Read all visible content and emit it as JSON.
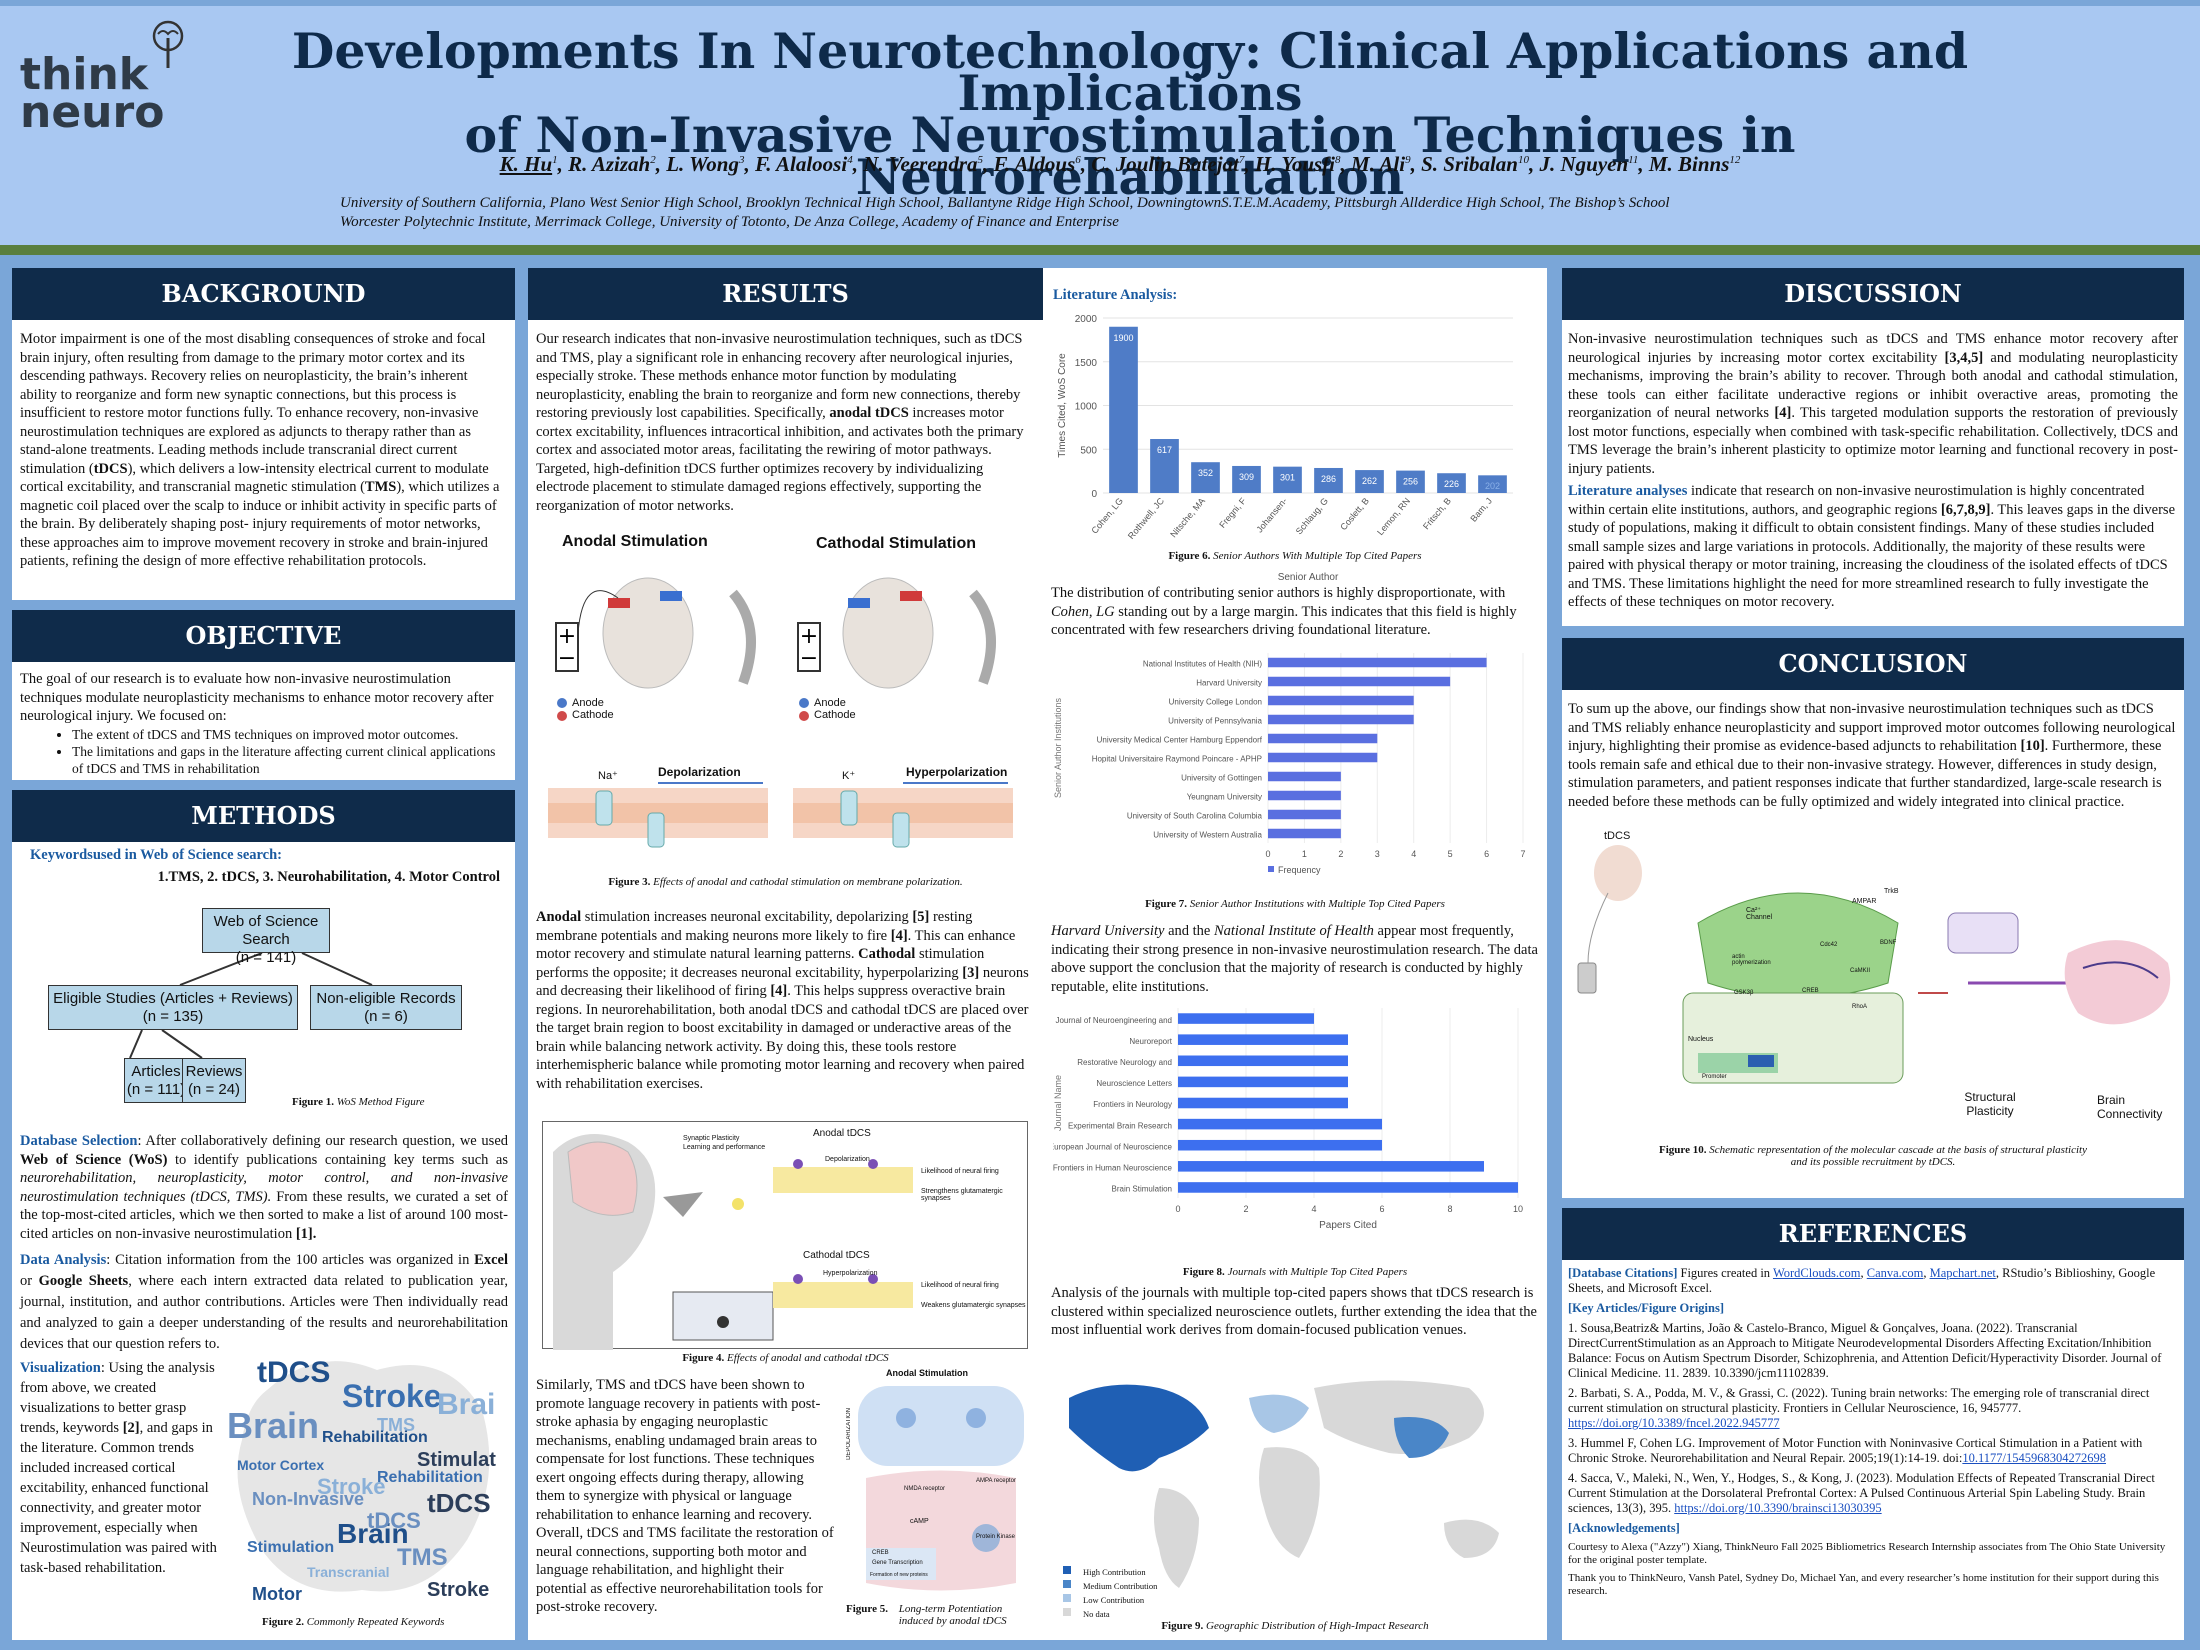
{
  "header": {
    "logo_text_1": "think",
    "logo_text_2": "neuro",
    "title_line_1": "Developments In Neurotechnology: Clinical Applications and Implications",
    "title_line_2": "of Non-Invasive Neurostimulation Techniques in Neurorehabilitation",
    "authors": [
      {
        "name": "K. Hu",
        "sup": "1"
      },
      {
        "name": "R. Azizah",
        "sup": "2"
      },
      {
        "name": "L. Wong",
        "sup": "3"
      },
      {
        "name": "F. Alaloosi",
        "sup": "4"
      },
      {
        "name": "N. Veerendra",
        "sup": "5"
      },
      {
        "name": "F. Aldous",
        "sup": "6"
      },
      {
        "name": "C. Joulin Batejat",
        "sup": "7"
      },
      {
        "name": "H. Yousfi",
        "sup": "8"
      },
      {
        "name": "M. Ali",
        "sup": "9"
      },
      {
        "name": "S. Sribalan",
        "sup": "10"
      },
      {
        "name": "J. Nguyen",
        "sup": "11"
      },
      {
        "name": "M. Binns",
        "sup": "12"
      }
    ],
    "affil_line_1": "University of Southern California, Plano West Senior High School, Brooklyn Technical High School, Ballantyne Ridge High School, DowningtownS.T.E.M.Academy, Pittsburgh Allderdice High School, The Bishop’s School",
    "affil_line_2": "Worcester Polytechnic Institute, Merrimack College, University of Totonto, De Anza College, Academy of Finance and Enterprise"
  },
  "background": {
    "heading": "BACKGROUND",
    "p1": "Motor impairment is one of the most disabling consequences of stroke and focal brain injury, often resulting from damage to the primary motor cortex and its descending pathways. Recovery relies on neuroplasticity, the brain’s inherent ability to reorganize and form new synaptic connections, but this process is insufficient to restore motor functions fully. To enhance recovery, non-invasive neurostimulation techniques are explored as adjuncts to therapy rather than as stand-alone treatments. Leading methods include transcranial direct current stimulation (",
    "b1": "tDCS",
    "p2": "), which delivers a low-intensity electrical current to modulate cortical excitability, and transcranial magnetic stimulation (",
    "b2": "TMS",
    "p3": "), which utilizes a magnetic coil placed over the scalp to induce or inhibit activity in specific parts of the brain. By deliberately shaping post- injury requirements of motor networks, these approaches aim to improve movement recovery in stroke and brain-injured patients, refining the design of more effective rehabilitation protocols."
  },
  "objective": {
    "heading": "OBJECTIVE",
    "text": "The goal of our research is to evaluate how non-invasive neurostimulation techniques modulate neuroplasticity mechanisms to enhance motor recovery after neurological injury. We focused on:",
    "bullets": [
      "The extent of tDCS and TMS techniques on improved motor outcomes.",
      "The limitations and gaps in the literature affecting current clinical applications of tDCS and TMS in rehabilitation"
    ]
  },
  "methods": {
    "heading": "METHODS",
    "keywords_label": "Keywordsused in Web of Science search:",
    "keywords": "1.TMS, 2. tDCS, 3. Neurohabilitation, 4. Motor Control",
    "flow": {
      "search": "Web of Science Search",
      "search_n": "(n = 141)",
      "eligible": "Eligible Studies (Articles + Reviews)",
      "eligible_n": "(n = 135)",
      "noneligible": "Non-eligible Records",
      "noneligible_n": "(n = 6)",
      "articles": "Articles",
      "articles_n": "(n = 111)",
      "reviews": "Reviews",
      "reviews_n": "(n = 24)"
    },
    "fig1_label": "Figure 1.",
    "fig1_caption": "WoS Method Figure",
    "db_label": "Database Selection",
    "db_1": ": After collaboratively defining our research question, we used ",
    "db_wos": "Web of Science (WoS)",
    "db_2": " to identify publications containing key terms such as ",
    "db_terms": "neurorehabilitation, neuroplasticity, motor control, and non-invasive neurostimulation techniques (tDCS, TMS).",
    "db_3": " From these results, we curated a set of the top-most-cited articles, which we then sorted to make a list of around 100 most-cited articles on non-invasive neurostimulation ",
    "db_ref": "[1].",
    "da_label": "Data Analysis",
    "da_1": ": Citation information from the 100 articles was organized in ",
    "da_excel": "Excel",
    "da_or": " or ",
    "da_sheets": "Google Sheets",
    "da_2": ", where each intern extracted data related to publication year, journal, institution, and author contributions. Articles were Then individually read and analyzed to gain a deeper understanding of the results and neurorehabilitation devices that our question refers to.",
    "vis_label": "Visualization",
    "vis_1": ": Using the analysis from above, we created visualizations to better grasp trends, keywords ",
    "vis_ref": "[2]",
    "vis_2": ", and gaps in the literature. Common trends included increased cortical excitability, enhanced functional connectivity, and greater motor improvement, especially when Neurostimulation was paired with task-based rehabilitation.",
    "fig2_label": "Figure 2.",
    "fig2_caption": "Commonly Repeated Keywords",
    "cloud_words": [
      "tDCS",
      "Stroke",
      "Brain",
      "TMS",
      "Stimulation",
      "Rehabilitation",
      "Motor Cortex",
      "Non-Invasive",
      "Stroke",
      "tDCS",
      "Brain",
      "Stimulation",
      "TMS",
      "Transcranial",
      "Stroke",
      "Motor",
      "Rehabilitation",
      "tDCS",
      "Brain"
    ]
  },
  "results": {
    "heading": "RESULTS",
    "p1": "Our research indicates that non-invasive neurostimulation techniques, such as tDCS and TMS, play a significant role in enhancing recovery after neurological injuries, especially stroke. These methods enhance motor function by modulating neuroplasticity, enabling the brain to reorganize and form new connections, thereby restoring previously lost capabilities. Specifically, ",
    "p1_b": "anodal tDCS",
    "p1_2": " increases motor cortex excitability, influences intracortical inhibition, and activates both the primary cortex and associated motor areas, facilitating the rewiring of motor pathways. Targeted, high-definition tDCS further optimizes recovery by individualizing electrode placement to stimulate damaged regions effectively, supporting the reorganization of motor networks.",
    "fig3": {
      "anodal_title": "Anodal Stimulation",
      "cathodal_title": "Cathodal Stimulation",
      "anode": "Anode",
      "cathode": "Cathode",
      "depol": "Depolarization",
      "hyperpol": "Hyperpolarization",
      "na": "Na⁺",
      "k": "K⁺",
      "label": "Figure 3.",
      "caption": "Effects of anodal and cathodal stimulation on membrane polarization."
    },
    "p2_b1": "Anodal",
    "p2_1": " stimulation increases neuronal excitability, depolarizing ",
    "p2_r1": "[5]",
    "p2_2": " resting membrane potentials and making neurons more likely to fire ",
    "p2_r2": "[4]",
    "p2_3": ". This can enhance motor recovery and stimulate natural learning patterns. ",
    "p2_b2": "Cathodal",
    "p2_4": " stimulation performs the opposite; it decreases neuronal excitability, hyperpolarizing ",
    "p2_r3": "[3]",
    "p2_5": " neurons and decreasing their likelihood of firing ",
    "p2_r4": "[4]",
    "p2_6": ". This helps suppress overactive brain regions. In neurorehabilitation, both anodal tDCS and cathodal tDCS are placed over the target brain region to boost excitability in damaged or underactive areas of the brain while balancing network activity. By doing this, these tools restore interhemispheric balance while promoting motor learning and recovery when paired with rehabilitation exercises.",
    "fig4": {
      "anodal": "Anodal tDCS",
      "cathodal": "Cathodal tDCS",
      "depol": "Depolarization",
      "hyperpol": "Hyperpolarization",
      "syn": "Synaptic Plasticity",
      "learn": "Learning and performance",
      "up": "Likelihood of neural firing",
      "strength": "Strengthens glutamatergic synapses",
      "down": "Likelihood of neural firing",
      "weak": "Weakens glutamatergic synapses",
      "label": "Figure 4.",
      "caption": "Effects of anodal and cathodal tDCS"
    },
    "p3": "Similarly, TMS and tDCS have been shown to promote language recovery in patients with post-stroke aphasia by engaging neuroplastic mechanisms, enabling undamaged brain areas to compensate for lost functions. These techniques exert ongoing effects during therapy, allowing them to synergize with physical or language rehabilitation to enhance learning and recovery. Overall, tDCS and TMS facilitate the restoration of neural connections, supporting both motor and language rehabilitation, and highlight their potential as effective neurorehabilitation tools for post-stroke recovery.",
    "fig5": {
      "title": "Anodal Stimulation",
      "depol": "DEPOLARIZATION",
      "nmda": "NMDA receptor",
      "ampa": "AMPA receptor",
      "camp": "cAMP",
      "creb": "CREB",
      "gene": "Gene Transcription",
      "protein": "Protein Kinase",
      "new": "Formation of new proteins",
      "label": "Figure 5.",
      "caption": "Long-term Potentiation induced by anodal tDCS"
    }
  },
  "lit": {
    "heading": "Literature Analysis:",
    "fig6_label": "Figure 6.",
    "fig6_caption": "Senior Authors With Multiple Top Cited Papers",
    "t1_1": "The distribution of contributing senior authors is highly disproportionate, with ",
    "t1_i": "Cohen, LG",
    "t1_2": " standing out by a large margin. This indicates that this field is highly concentrated with few researchers driving foundational literature.",
    "fig7_label": "Figure 7.",
    "fig7_caption": "Senior Author Institutions with Multiple Top Cited Papers",
    "t2_i1": "Harvard University",
    "t2_1": " and the ",
    "t2_i2": "National Institute of Health",
    "t2_2": " appear most frequently, indicating their strong presence in non-invasive neurostimulation research. The data above support the conclusion that the majority of research is conducted by highly reputable, elite institutions.",
    "fig8_label": "Figure 8.",
    "fig8_caption": "Journals with Multiple Top Cited Papers",
    "t3": "Analysis of the journals with multiple top-cited papers shows that tDCS research is clustered within specialized neuroscience outlets, further extending the idea that the most influential work derives from domain-focused publication venues.",
    "fig9_label": "Figure 9.",
    "fig9_caption": "Geographic Distribution of High-Impact Research",
    "map_legend": [
      "High Contribution",
      "Medium Contribution",
      "Low Contribution",
      "No data"
    ],
    "map_colors": [
      "#1f5fb4",
      "#4a86c8",
      "#a8c6e6",
      "#d8d8d8"
    ]
  },
  "chart_data": [
    {
      "type": "bar",
      "categories": [
        "Cohen, LG",
        "Rothwell, JC",
        "Nitsche, MA",
        "Fregni, F",
        "Johansen-",
        "Schlaug, G",
        "Coslett, B",
        "Lemon, RN",
        "Fritsch, B",
        "Bam, J"
      ],
      "values": [
        1900,
        617,
        352,
        309,
        301,
        286,
        262,
        256,
        226,
        202
      ],
      "ylabel": "Times Cited, WoS Core",
      "xlabel": "Senior Author",
      "ylim": [
        0,
        2000
      ],
      "yticks": [
        0,
        500,
        1000,
        1500,
        2000
      ],
      "color": "#4f7cc7"
    },
    {
      "type": "bar",
      "orientation": "horizontal",
      "categories": [
        "University of Western Australia",
        "University of South Carolina Columbia",
        "Yeungnam University",
        "University of Gottingen",
        "Hopital Universitaire Raymond Poincare - APHP",
        "University Medical Center Hamburg Eppendorf",
        "University of Pennsylvania",
        "University College London",
        "Harvard University",
        "National Institutes of Health (NIH)"
      ],
      "values": [
        2,
        2,
        2,
        2,
        3,
        3,
        4,
        4,
        5,
        6
      ],
      "ylabel": "Senior Author Institutions",
      "legend": "Frequency",
      "xlim": [
        0,
        7
      ],
      "xticks": [
        0,
        1,
        2,
        3,
        4,
        5,
        6,
        7
      ],
      "color": "#5a6fe0"
    },
    {
      "type": "bar",
      "orientation": "horizontal",
      "categories": [
        "Brain Stimulation",
        "Frontiers in Human Neuroscience",
        "The European Journal of Neuroscience",
        "Experimental Brain Research",
        "Frontiers in Neurology",
        "Neuroscience Letters",
        "Restorative Neurology and",
        "Neuroreport",
        "The Journal of Neuroengineering and"
      ],
      "values": [
        10,
        9,
        6,
        6,
        5,
        5,
        5,
        5,
        4
      ],
      "xlabel": "Papers Cited",
      "ylabel": "Journal Name",
      "xlim": [
        0,
        10
      ],
      "xticks": [
        0,
        2,
        4,
        6,
        8,
        10
      ],
      "color": "#3d6fef"
    }
  ],
  "discussion": {
    "heading": "DISCUSSION",
    "p1_1": "Non-invasive neurostimulation techniques such as tDCS and TMS enhance motor recovery after neurological injuries by increasing motor cortex excitability ",
    "p1_r1": "[3,4,5]",
    "p1_2": " and modulating neuroplasticity mechanisms, improving the brain’s ability to recover. Through both anodal and cathodal stimulation, these tools can either facilitate underactive regions or inhibit overactive areas, promoting the reorganization of neural networks ",
    "p1_r2": "[4]",
    "p1_3": ". This targeted modulation supports the restoration of previously lost motor functions, especially when combined with task-specific rehabilitation. Collectively, tDCS and TMS leverage the brain’s inherent plasticity to optimize motor learning and functional recovery in post-injury patients.",
    "p2_label": "Literature analyses",
    "p2_1": " indicate that research on non-invasive neurostimulation is highly concentrated within certain elite institutions, authors, and geographic regions ",
    "p2_r": "[6,7,8,9]",
    "p2_2": ". This leaves gaps in the diverse study of populations, making it difficult to obtain consistent findings. Many of these studies included small sample sizes and large variations in protocols. Additionally, the majority of these results were paired with physical therapy or motor training, increasing the cloudiness of the isolated effects of tDCS and TMS. These limitations highlight the need for more streamlined research to fully investigate the effects of these techniques on motor recovery."
  },
  "conclusion": {
    "heading": "CONCLUSION",
    "p1": "To sum up the above, our findings show that non-invasive neurostimulation techniques such as tDCS and TMS reliably enhance neuroplasticity and support improved motor outcomes following neurological injury, highlighting their promise as evidence-based adjuncts to rehabilitation ",
    "p1_r": "[10]",
    "p1_2": ". Furthermore, these tools remain safe and ethical due to their non-invasive strategy. However, differences in study design, stimulation parameters, and patient responses indicate that further standardized, large-scale research is needed before these methods can be fully optimized and widely integrated into clinical practice.",
    "fig10": {
      "tdcs": "tDCS",
      "channel": "Ca²⁺ Channel",
      "ampar": "AMPAR",
      "trkb": "TrkB",
      "bdnf": "BDNF",
      "cdc42": "Cdc42",
      "camk": "CaMKII",
      "actin": "actin polymerization",
      "gsk": "GSK3β",
      "creb": "CREB",
      "rhoa": "RhoA",
      "nucleus": "Nucleus",
      "promoter": "Promoter",
      "structural": "Structural Plasticity",
      "connectivity": "Brain Connectivity",
      "label": "Figure 10.",
      "caption_1": "Schematic representation of the molecular cascade at the basis of structural plasticity",
      "caption_2": "and its possible recruitment by tDCS."
    }
  },
  "references": {
    "heading": "REFERENCES",
    "dbc_label": "[Database Citations]",
    "dbc_1": " Figures created in ",
    "link1": "WordClouds.com",
    "link2": "Canva.com",
    "link3": "Mapchart.net",
    "dbc_2": ", RStudio’s Biblioshiny, Google Sheets, and Microsoft Excel.",
    "key_label": "[Key Articles/Figure Origins]",
    "r1": "1. Sousa,Beatriz& Martins, João & Castelo-Branco, Miguel & Gonçalves, Joana. (2022). Transcranial DirectCurrentStimulation as an Approach to Mitigate Neurodevelopmental Disorders Affecting Excitation/Inhibition Balance: Focus on Autism Spectrum Disorder, Schizophrenia, and Attention Deficit/Hyperactivity Disorder. Journal of Clinical Medicine. 11. 2839. 10.3390/jcm11102839.",
    "r2": "2. Barbati, S. A., Podda, M. V., & Grassi, C. (2022). Tuning brain networks: The emerging role of transcranial direct current stimulation on structural plasticity. Frontiers in Cellular Neuroscience, 16, 945777. ",
    "r2_link": "https://doi.org/10.3389/fncel.2022.945777",
    "r3": "3. Hummel F, Cohen LG. Improvement of Motor Function with Noninvasive Cortical Stimulation in a Patient with Chronic Stroke. Neurorehabilitation and Neural Repair. 2005;19(1):14-19. doi:",
    "r3_link": "10.1177/1545968304272698",
    "r4": "4. Sacca, V., Maleki, N., Wen, Y., Hodges, S., & Kong, J. (2023). Modulation Effects of Repeated Transcranial Direct Current Stimulation at the Dorsolateral Prefrontal Cortex: A Pulsed Continuous Arterial Spin Labeling Study. Brain sciences, 13(3), 395. ",
    "r4_link": "https://doi.org/10.3390/brainsci13030395",
    "ack_label": "[Acknowledgements]",
    "ack_1": "Courtesy to Alexa (\"Azzy\") Xiang, ThinkNeuro Fall 2025 Bibliometrics Research Internship associates from The Ohio State University for the original poster template.",
    "ack_2": "Thank you to ThinkNeuro, Vansh Patel, Sydney Do, Michael Yan, and every researcher’s home institution for their support during this research."
  }
}
